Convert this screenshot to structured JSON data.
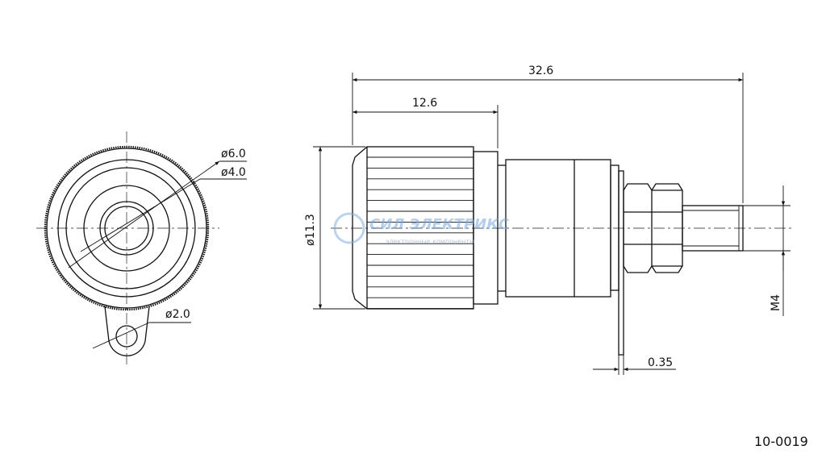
{
  "drawing": {
    "part_number": "10-0019",
    "dimensions": {
      "overall_length": "32.6",
      "knob_length": "12.6",
      "knob_diameter": "ø11.3",
      "outer_ring_diameter": "ø6.0",
      "inner_ring_diameter": "ø4.0",
      "lug_hole_diameter": "ø2.0",
      "thread": "M4",
      "lug_thickness": "0.35"
    },
    "watermark": {
      "brand": "СИЛ ЭЛЕКТРИКС",
      "tagline": "электронные компоненты"
    }
  }
}
